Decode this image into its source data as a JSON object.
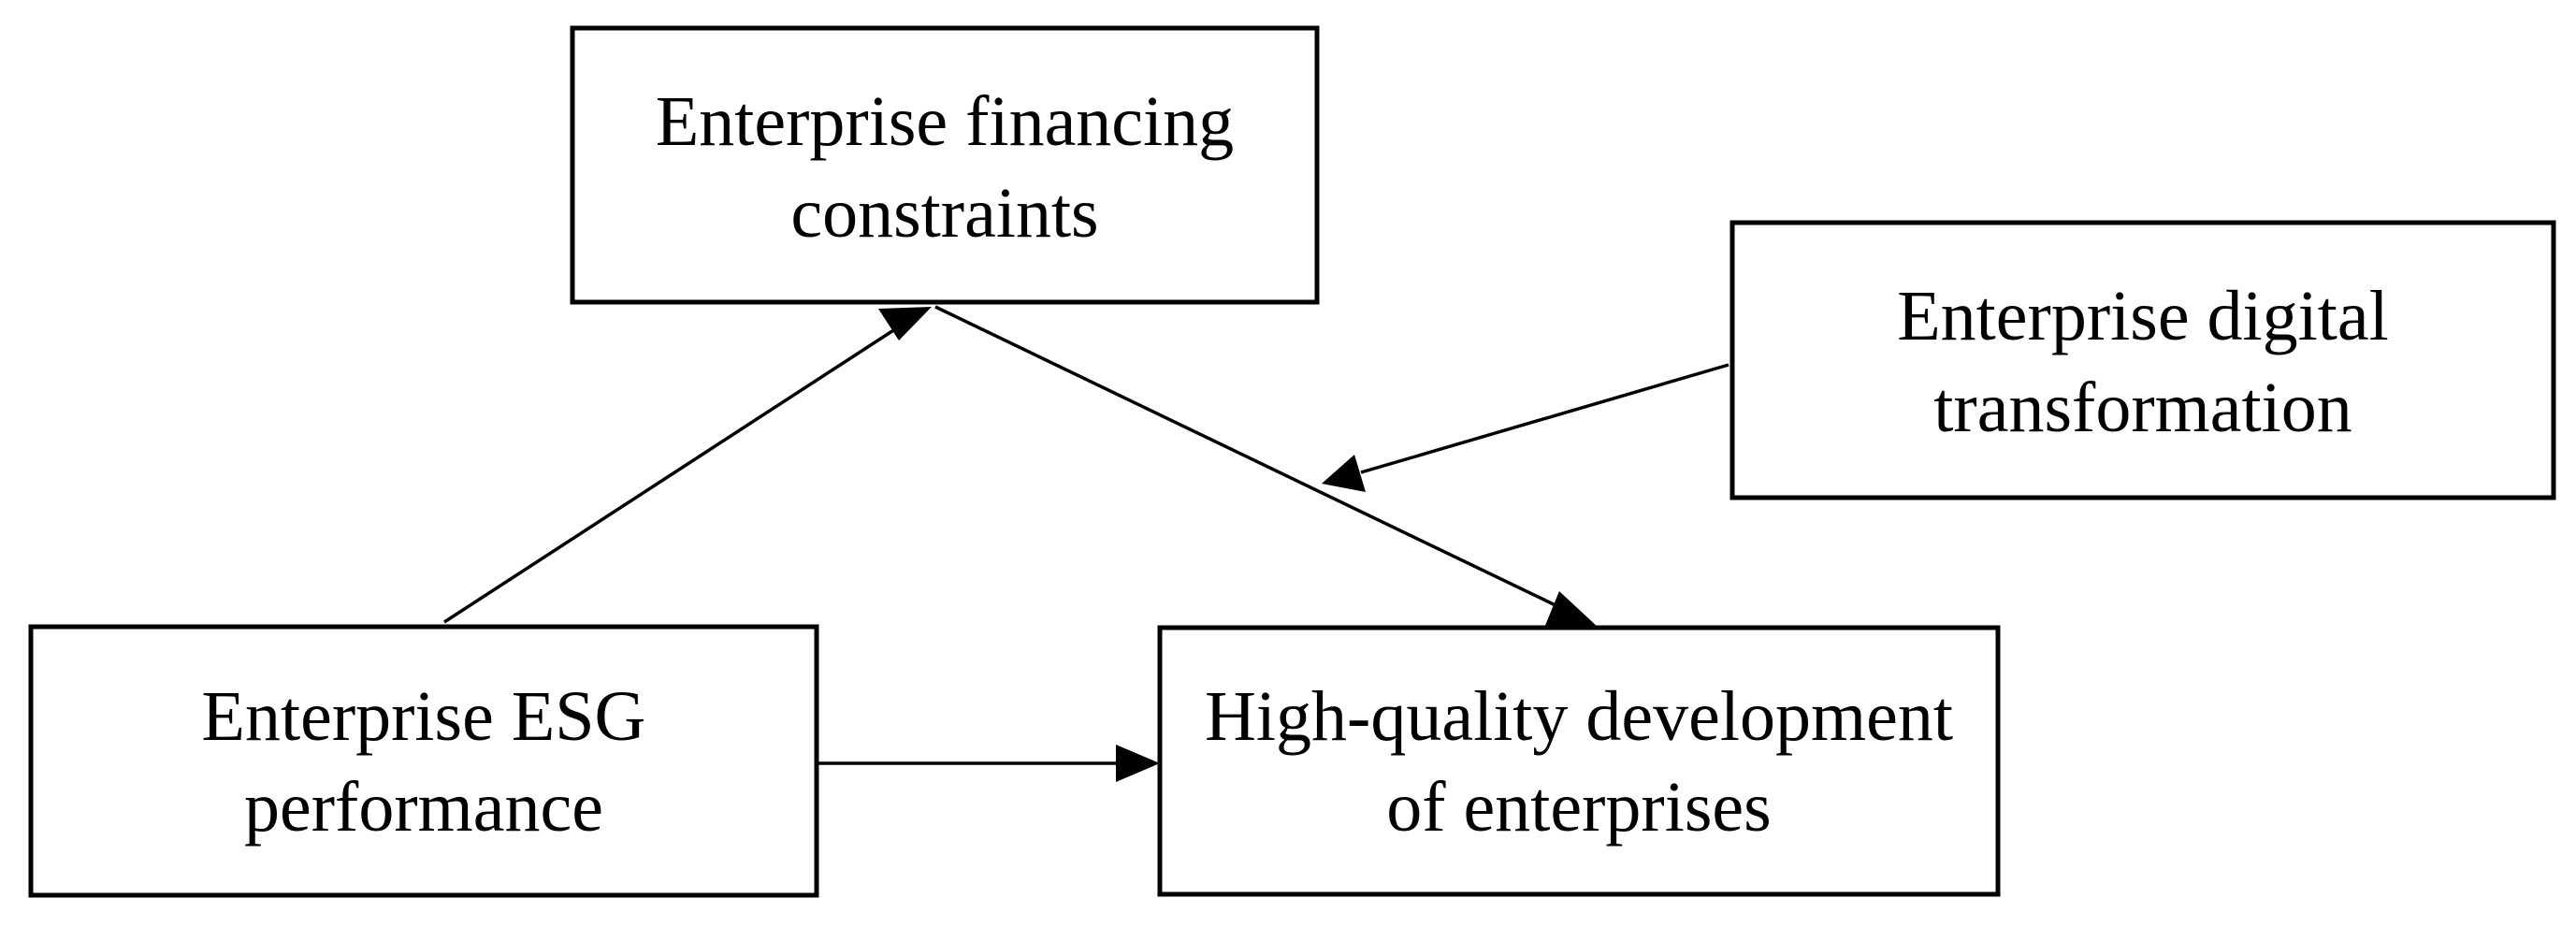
{
  "nodes": {
    "financing": {
      "lines": [
        "Enterprise financing",
        "constraints"
      ]
    },
    "digital": {
      "lines": [
        "Enterprise digital",
        "transformation"
      ]
    },
    "esg": {
      "lines": [
        "Enterprise ESG",
        "performance"
      ]
    },
    "hqd": {
      "lines": [
        "High-quality development",
        "of enterprises"
      ]
    }
  },
  "edges": [
    {
      "from": "esg",
      "to": "financing"
    },
    {
      "from": "financing",
      "to": "hqd"
    },
    {
      "from": "esg",
      "to": "hqd"
    },
    {
      "from": "digital",
      "to": "financing-hqd-path"
    }
  ],
  "colors": {
    "stroke": "#000000",
    "background": "#ffffff"
  }
}
